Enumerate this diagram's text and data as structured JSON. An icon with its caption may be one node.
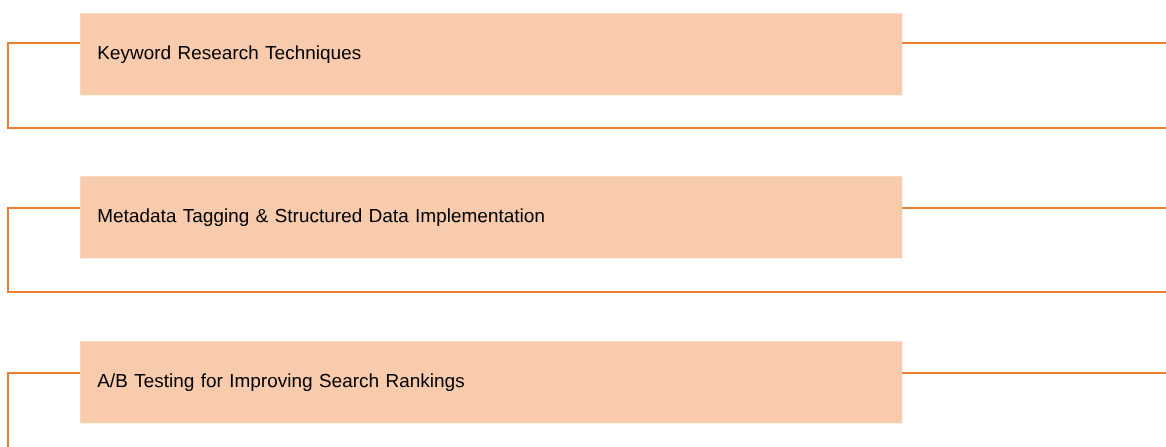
{
  "diagram": {
    "nodes": [
      {
        "text": [
          "Keyword Research Techniques"
        ]
      },
      {
        "text": [
          "Metadata Tagging & Structured Data Implementation"
        ]
      },
      {
        "text": [
          "A/B Testing for Improving Search Rankings"
        ]
      }
    ]
  }
}
